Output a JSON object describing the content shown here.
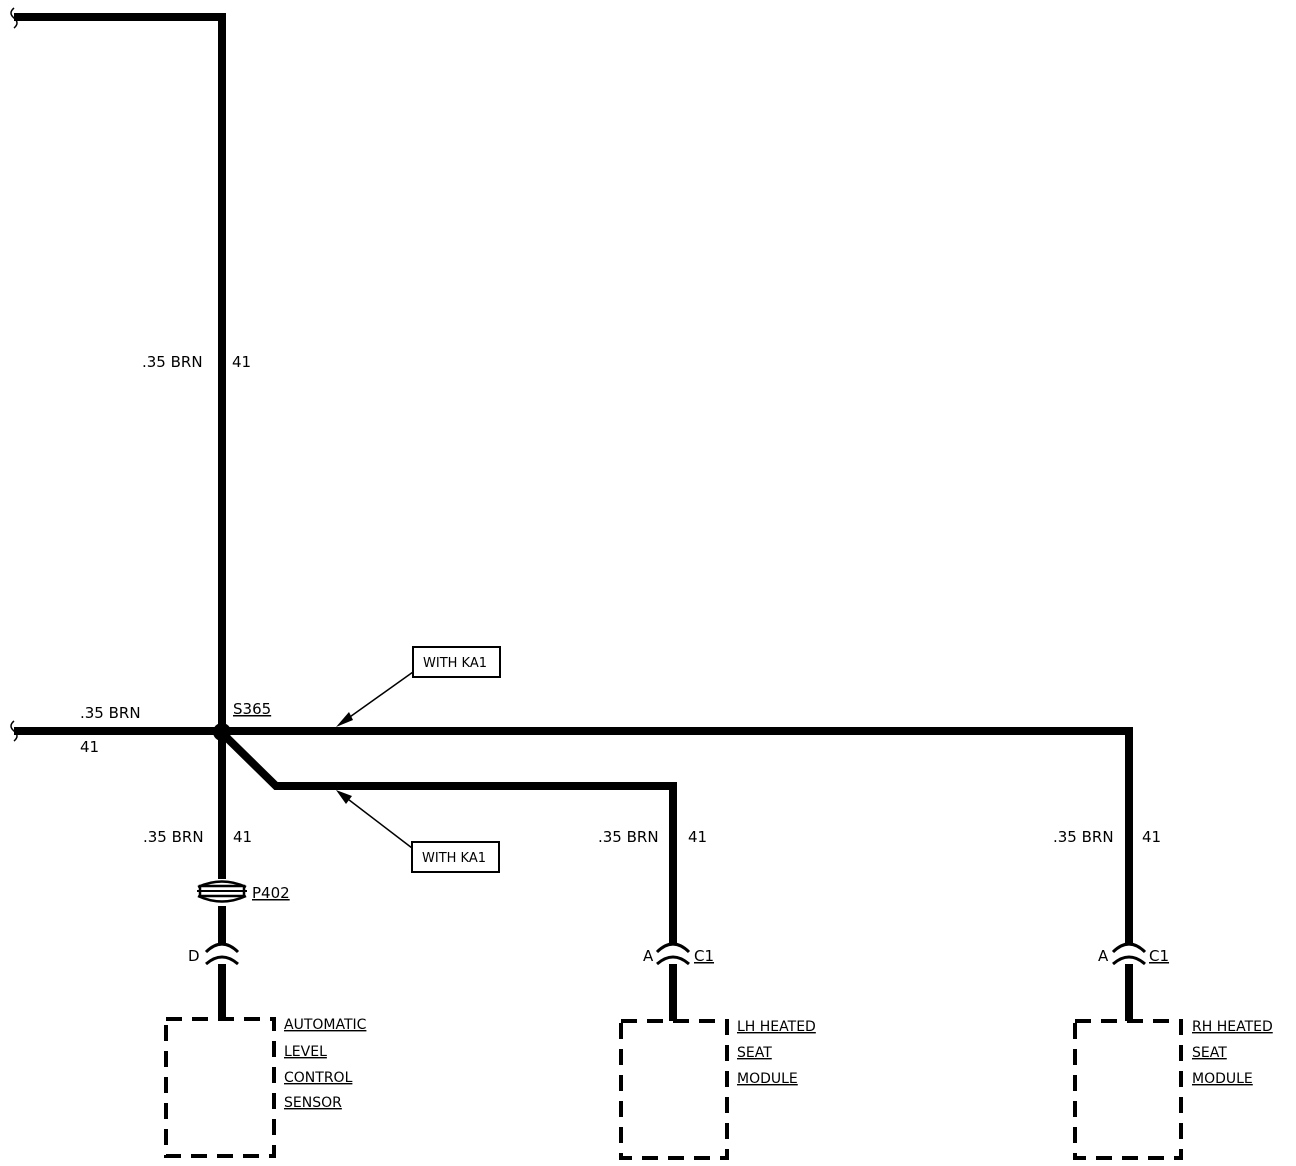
{
  "wires": {
    "top_wire": {
      "size_color": ".35 BRN",
      "circuit": "41"
    },
    "left_wire": {
      "size_color": ".35 BRN",
      "circuit": "41"
    },
    "sensor_wire": {
      "size_color": ".35 BRN",
      "circuit": "41"
    },
    "lh_wire": {
      "size_color": ".35 BRN",
      "circuit": "41"
    },
    "rh_wire": {
      "size_color": ".35 BRN",
      "circuit": "41"
    }
  },
  "splice": {
    "label": "S365"
  },
  "option_notes": {
    "upper": "WITH KA1",
    "lower": "WITH KA1"
  },
  "inline_connector": {
    "label": "P402"
  },
  "connectors": {
    "sensor": {
      "pin": "D"
    },
    "lh": {
      "pin": "A",
      "label": "C1"
    },
    "rh": {
      "pin": "A",
      "label": "C1"
    }
  },
  "components": {
    "sensor": {
      "lines": [
        "AUTOMATIC",
        "LEVEL",
        "CONTROL",
        "SENSOR"
      ]
    },
    "lh": {
      "lines": [
        "LH HEATED",
        "SEAT",
        "MODULE"
      ]
    },
    "rh": {
      "lines": [
        "RH HEATED",
        "SEAT",
        "MODULE"
      ]
    }
  }
}
